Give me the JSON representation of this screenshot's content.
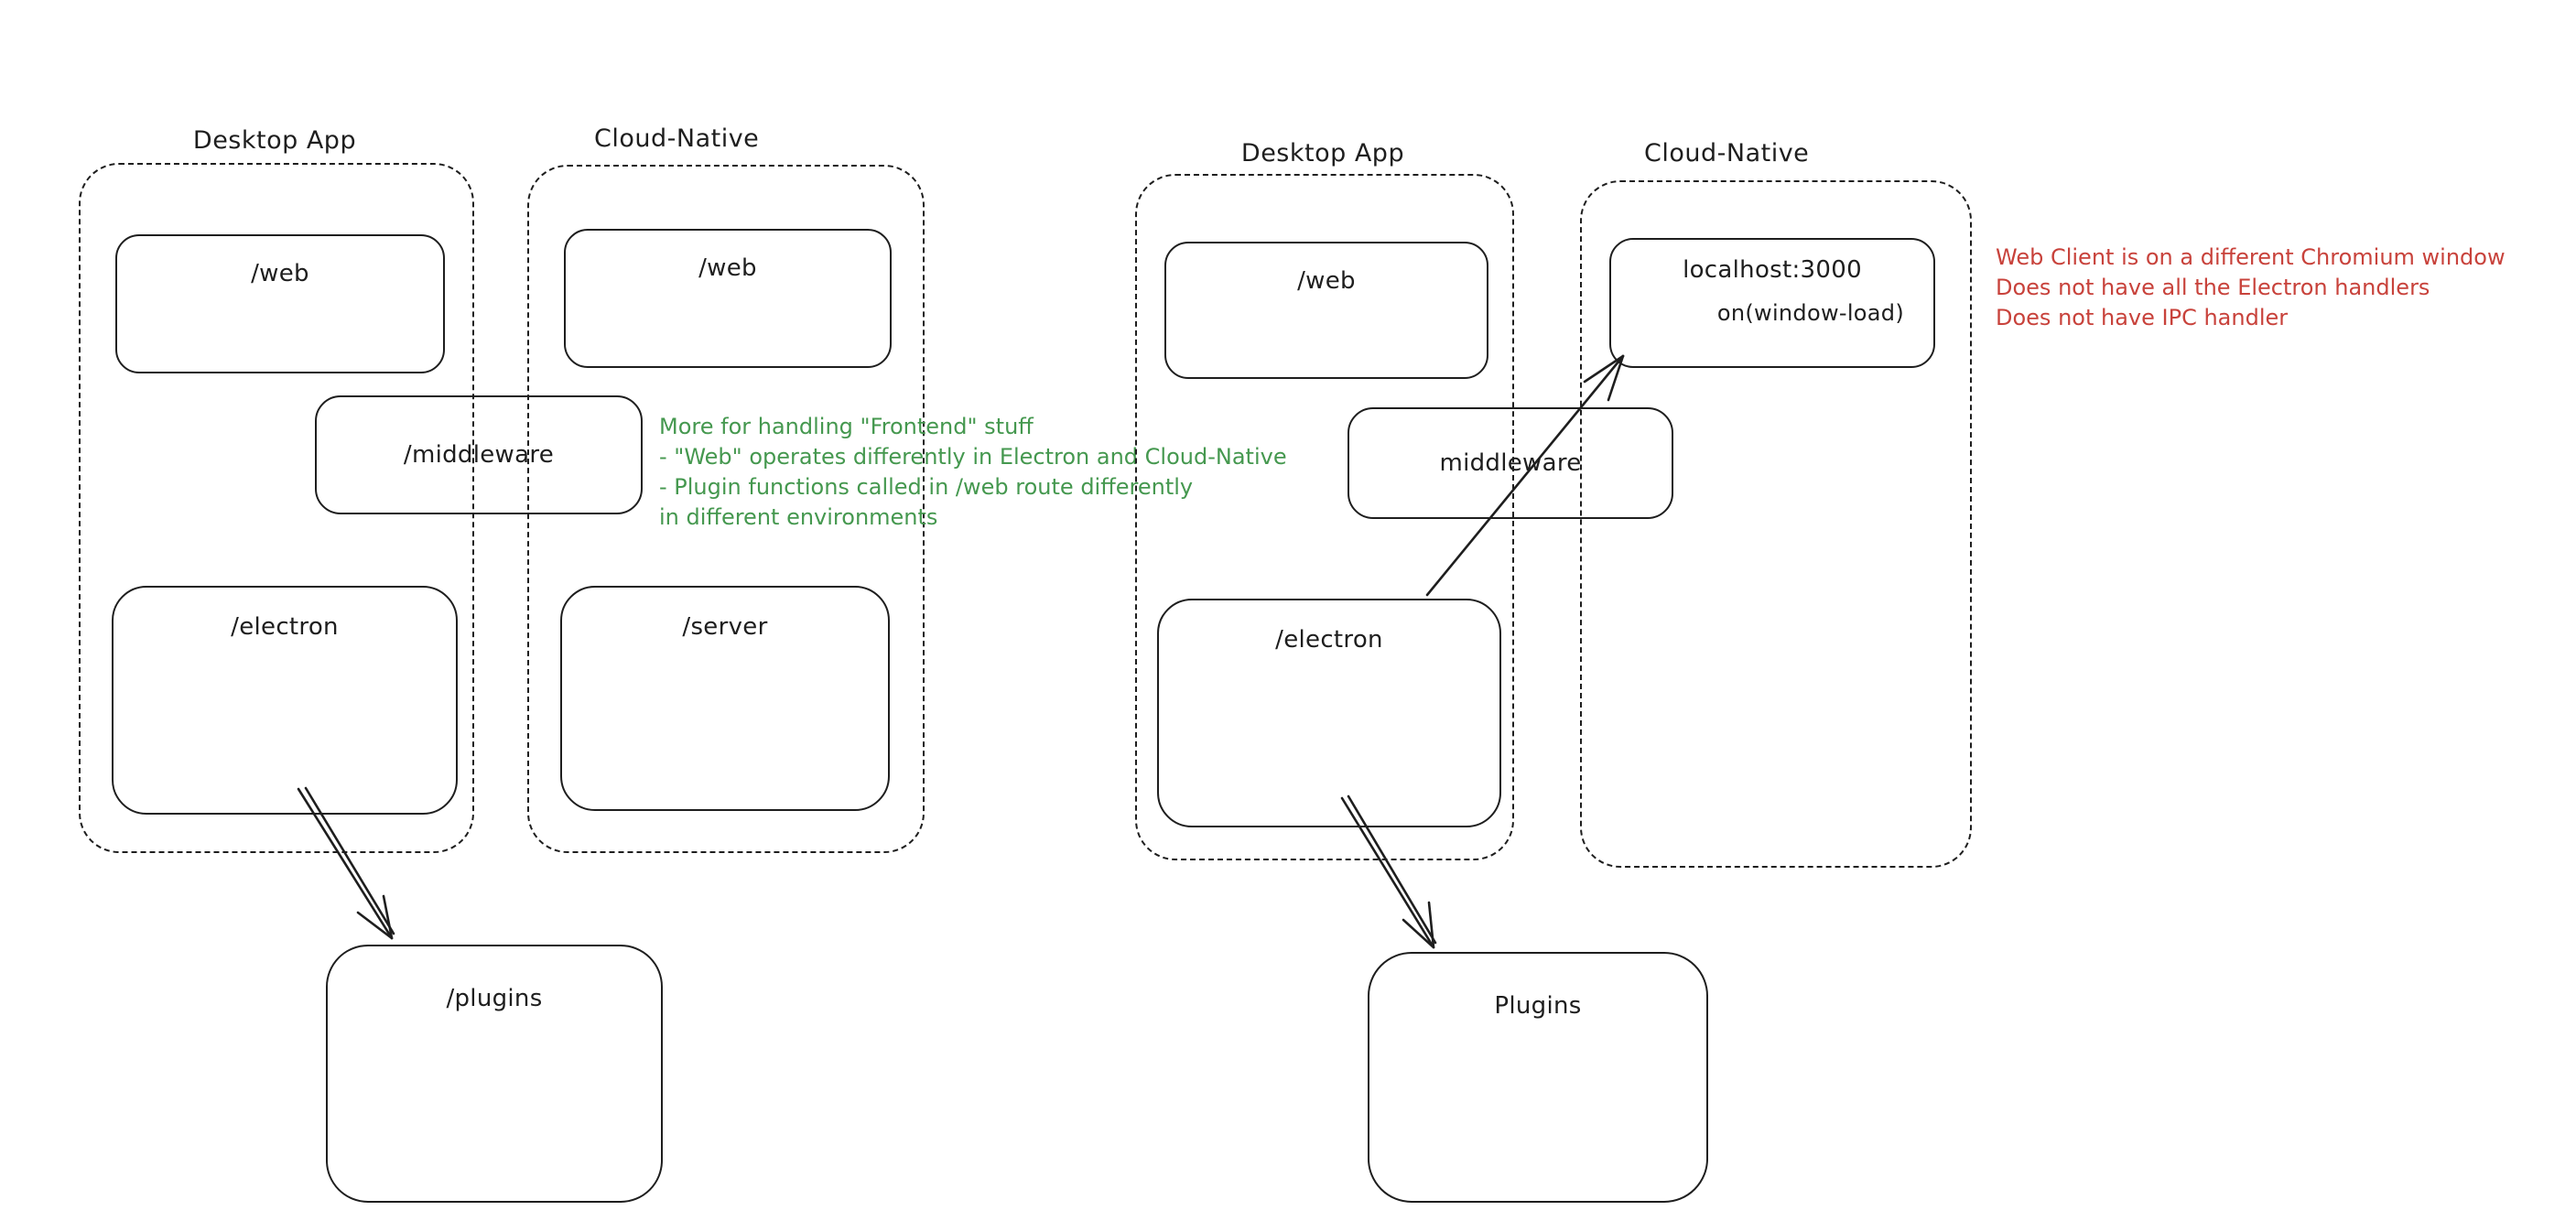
{
  "colors": {
    "stroke": "#1e1e1e",
    "red": "#c8423b",
    "green": "#45984f",
    "bg": "#ffffff"
  },
  "left": {
    "desktop_label": "Desktop App",
    "cloud_label": "Cloud-Native",
    "web_desktop": "/web",
    "web_cloud": "/web",
    "middleware": "/middleware",
    "electron": "/electron",
    "server": "/server",
    "plugins": "/plugins",
    "note": [
      "More for handling \"Frontend\" stuff",
      "- \"Web\" operates differently in Electron and Cloud-Native",
      "- Plugin functions called in /web route differently",
      "in different environments"
    ]
  },
  "right": {
    "desktop_label": "Desktop App",
    "cloud_label": "Cloud-Native",
    "web_desktop": "/web",
    "localhost": "localhost:3000",
    "window_load": "on(window-load)",
    "middleware": "middleware",
    "electron": "/electron",
    "plugins": "Plugins",
    "note": [
      "Web Client is on a different Chromium window",
      "Does not have all the Electron handlers",
      "Does not have IPC handler"
    ]
  }
}
